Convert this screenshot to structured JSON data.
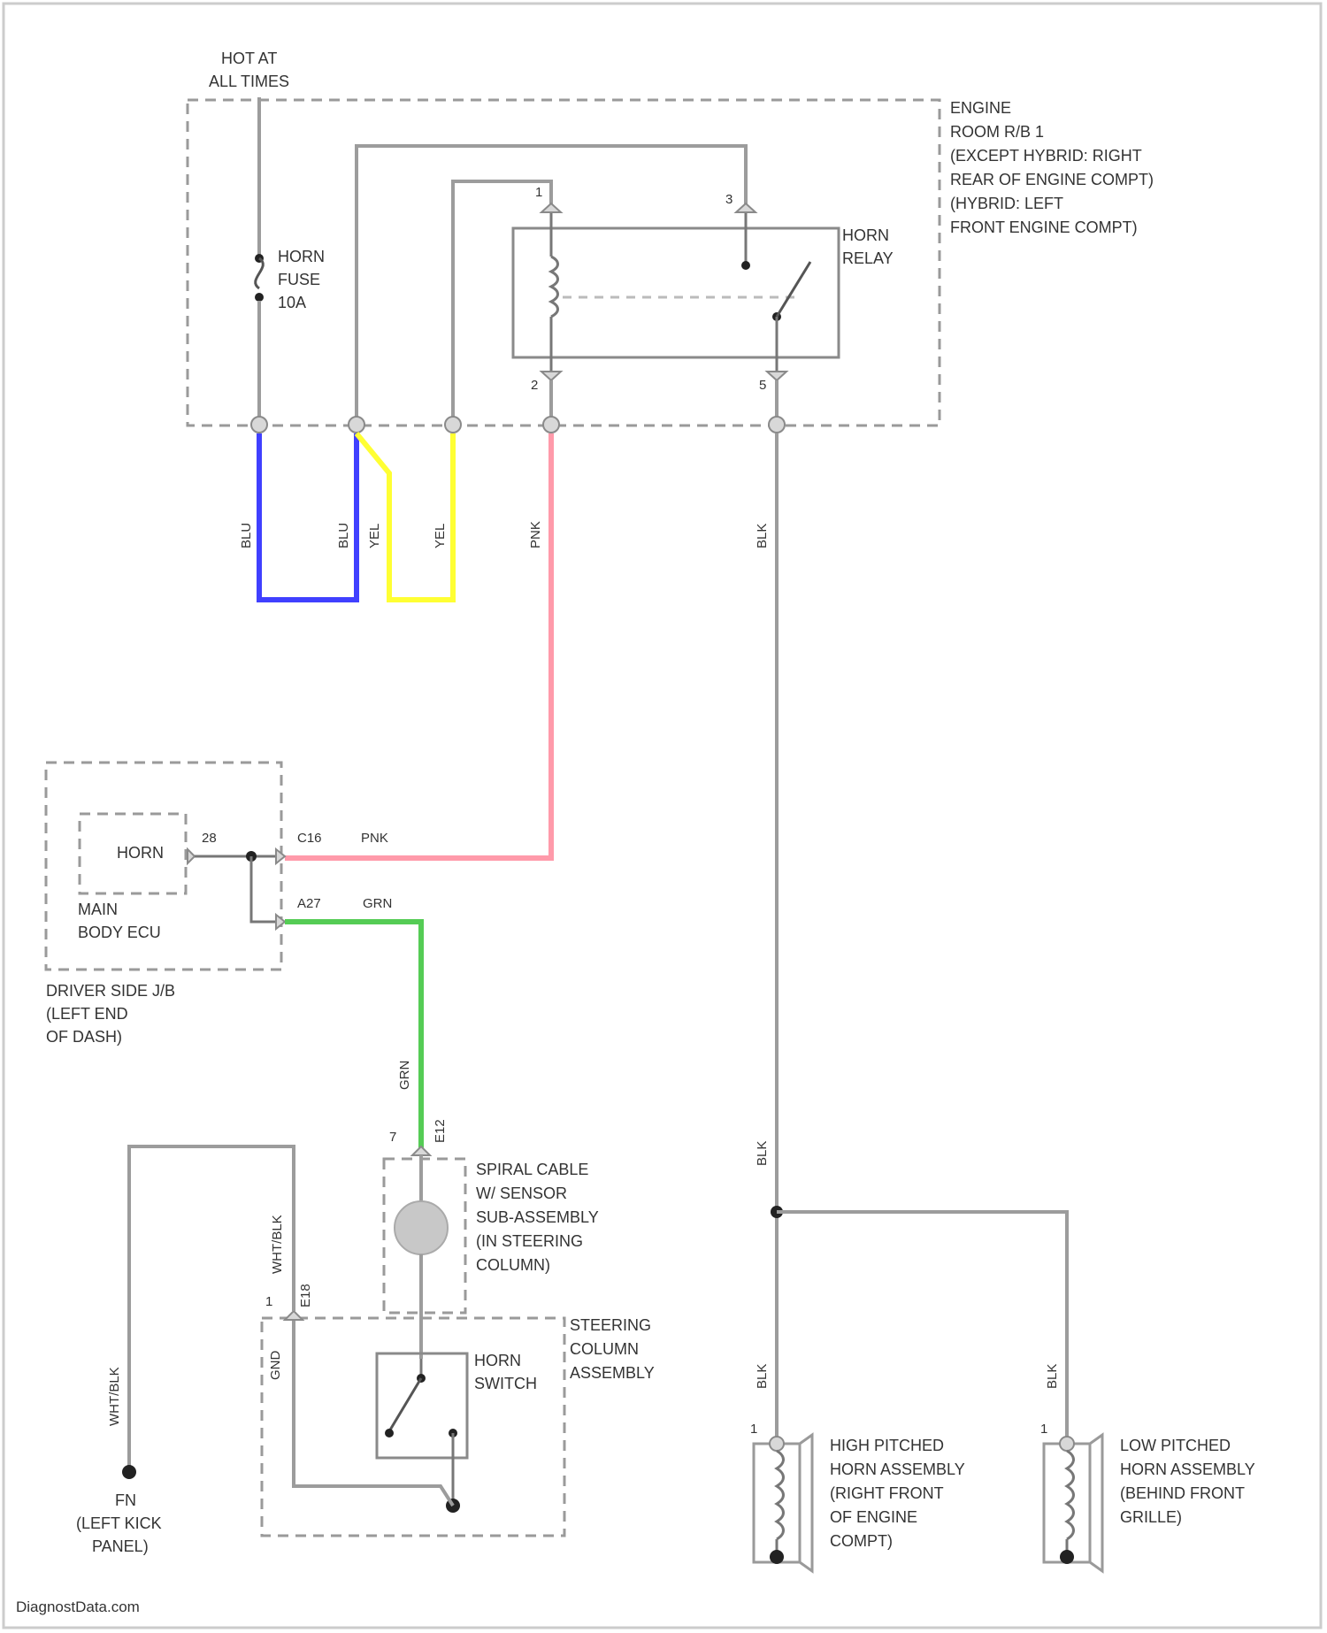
{
  "colors": {
    "background": "#ffffff",
    "wire_default": "#9c9c9c",
    "wire_blu": "#4040ff",
    "wire_yel": "#ffff33",
    "wire_pnk": "#ff9aaa",
    "wire_grn": "#55cc55",
    "wire_blk": "#9c9c9c"
  },
  "power": {
    "line1": "HOT AT",
    "line2": "ALL TIMES"
  },
  "fuse": {
    "line1": "HORN",
    "line2": "FUSE",
    "line3": "10A"
  },
  "relay": {
    "line1": "HORN",
    "line2": "RELAY",
    "pin_top_left": "1",
    "pin_top_right": "3",
    "pin_bottom_left": "2",
    "pin_bottom_right": "5"
  },
  "engine_room_rb": {
    "lines": [
      "ENGINE",
      "ROOM R/B 1",
      "(EXCEPT HYBRID: RIGHT",
      "REAR OF ENGINE COMPT)",
      "(HYBRID: LEFT",
      "FRONT ENGINE COMPT)"
    ]
  },
  "wire_labels": {
    "blu1": "BLU",
    "blu2": "BLU",
    "yel1": "YEL",
    "yel2": "YEL",
    "pnk_vertical": "PNK",
    "pnk_horizontal": "PNK",
    "blk_top": "BLK",
    "blk_mid": "BLK",
    "blk_left_horn": "BLK",
    "blk_right_horn": "BLK",
    "grn_horizontal": "GRN",
    "grn_vertical": "GRN",
    "wht_blk_top": "WHT/BLK",
    "wht_blk_left": "WHT/BLK",
    "gnd_short": "GND"
  },
  "main_body_ecu": {
    "inner_label": "HORN",
    "pin_inner": "28",
    "pin_c16": "C16",
    "pin_a27": "A27",
    "label_line1": "MAIN",
    "label_line2": "BODY ECU",
    "location_lines": [
      "DRIVER SIDE J/B",
      "(LEFT END",
      "OF DASH)"
    ]
  },
  "spiral_cable": {
    "pin_top": "7",
    "connector_top": "E12",
    "lines": [
      "SPIRAL CABLE",
      "W/ SENSOR",
      "SUB-ASSEMBLY",
      "(IN STEERING",
      "COLUMN)"
    ]
  },
  "steering_column": {
    "pin": "1",
    "connector": "E18",
    "lines": [
      "STEERING",
      "COLUMN",
      "ASSEMBLY"
    ],
    "switch_line1": "HORN",
    "switch_line2": "SWITCH"
  },
  "ground": {
    "name": "FN",
    "line2": "(LEFT KICK",
    "line3": "PANEL)"
  },
  "horn_high": {
    "pin": "1",
    "lines": [
      "HIGH PITCHED",
      "HORN ASSEMBLY",
      "(RIGHT FRONT",
      "OF ENGINE",
      "COMPT)"
    ]
  },
  "horn_low": {
    "pin": "1",
    "lines": [
      "LOW PITCHED",
      "HORN ASSEMBLY",
      "(BEHIND FRONT",
      "GRILLE)"
    ]
  },
  "watermark": "DiagnostData.com"
}
